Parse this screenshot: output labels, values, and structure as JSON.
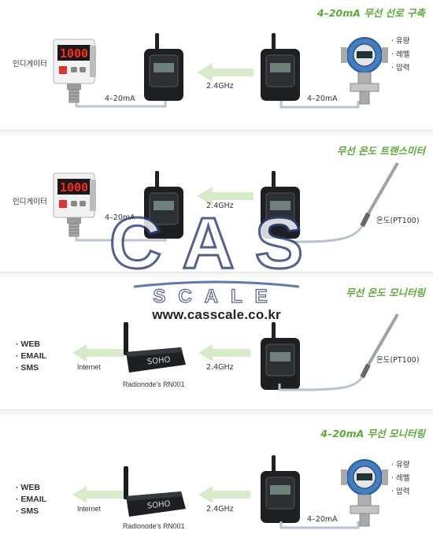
{
  "panels": [
    {
      "title": "4–20mA 무선 선로 구축",
      "indicator_label": "인디게이터",
      "link_left": "4–20mA",
      "link_mid": "2.4GHz",
      "link_right": "4–20mA",
      "right_list": [
        "· 유량",
        "· 레벨",
        "· 압력"
      ]
    },
    {
      "title": "무선 온도 트랜스미터",
      "indicator_label": "인디게이터",
      "link_left": "4–20mA",
      "link_mid": "2.4GHz",
      "sensor_label": "온도(PT100)"
    },
    {
      "title": "무선 온도 모니터링",
      "services": [
        "· WEB",
        "· EMAIL",
        "· SMS"
      ],
      "internet_label": "Internet",
      "link_mid": "2.4GHz",
      "gateway_label": "Radionode's RN001",
      "sensor_label": "온도(PT100)"
    },
    {
      "title": "4–20mA 무선 모니터링",
      "services": [
        "· WEB",
        "· EMAIL",
        "· SMS"
      ],
      "internet_label": "Internet",
      "link_mid": "2.4GHz",
      "gateway_label": "Radionode's RN001",
      "link_right": "4–20mA",
      "right_list": [
        "· 유량",
        "· 레벨",
        "· 압력"
      ]
    }
  ],
  "device_texts": {
    "indicator_display": "1000",
    "gateway_brand": "SOHO"
  },
  "watermark": {
    "logo_letters": "CAS",
    "logo_sub": "SCALE",
    "url": "www.casscale.co.kr"
  },
  "colors": {
    "title_green": "#5aab36",
    "arrow_green": "#d6ebc8",
    "wire": "#b9c3cf",
    "device_dark": "#1d1f22",
    "display_red": "#ff2a1a",
    "transmitter_blue": "#3f7fc7"
  }
}
